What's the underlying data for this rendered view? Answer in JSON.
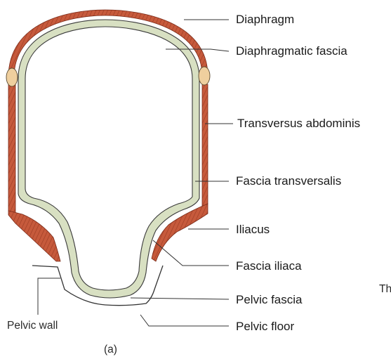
{
  "labels": {
    "diaphragm": "Diaphragm",
    "diaphragmatic_fascia": "Diaphragmatic fascia",
    "transversus_abdominis": "Transversus abdominis",
    "fascia_transversalis": "Fascia transversalis",
    "iliacus": "Iliacus",
    "fascia_iliaca": "Fascia iliaca",
    "pelvic_fascia": "Pelvic fascia",
    "pelvic_floor": "Pelvic floor",
    "pelvic_wall": "Pelvic wall",
    "figure_tag": "(a)",
    "cut_off_text": "Th"
  },
  "colors": {
    "muscle": "#c65a3c",
    "muscle_stripe": "#9a3a22",
    "fascia": "#d8e0c2",
    "fascia_outline": "#3a3a3a",
    "cartilage": "#efcf9e",
    "leader_line": "#333333"
  }
}
